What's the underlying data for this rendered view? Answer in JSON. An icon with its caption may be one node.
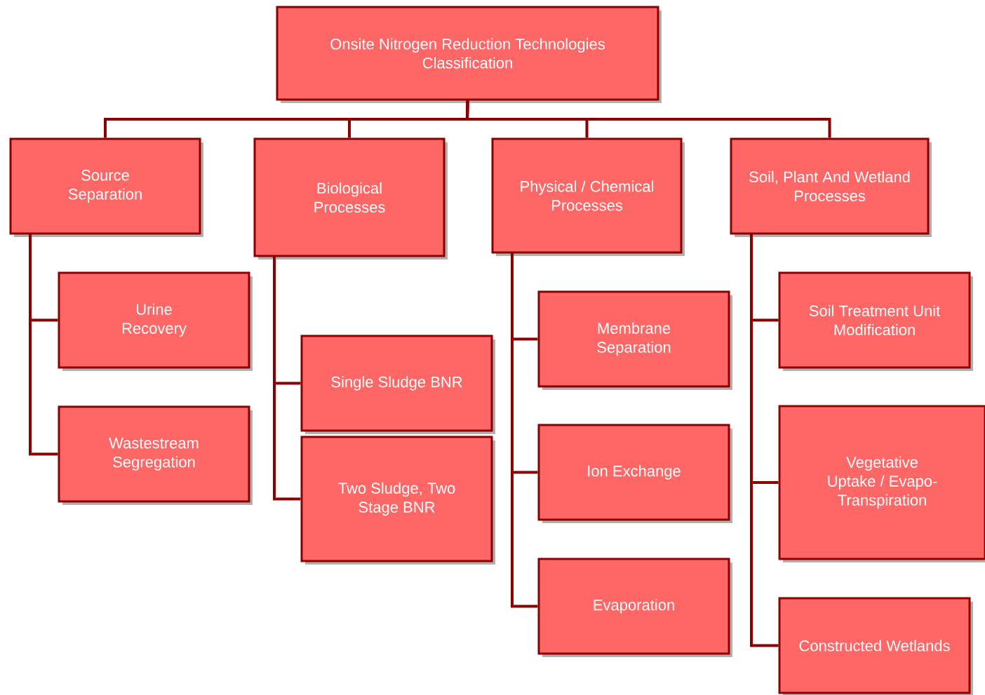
{
  "diagram": {
    "nodes": [
      {
        "text": [
          "Onsite Nitrogen Reduction Technologies Classification"
        ]
      },
      {
        "text": [
          "Source Separation"
        ]
      },
      {
        "text": [
          "Biological Processes"
        ]
      },
      {
        "text": [
          "Physical / Chemical Processes"
        ]
      },
      {
        "text": [
          "Soil, Plant And Wetland Processes"
        ]
      },
      {
        "text": [
          "Urine Recovery"
        ]
      },
      {
        "text": [
          "Wastestream Segregation"
        ]
      },
      {
        "text": [
          "Single Sludge BNR"
        ]
      },
      {
        "text": [
          "Two Sludge, Two Stage BNR"
        ]
      },
      {
        "text": [
          "Membrane Separation"
        ]
      },
      {
        "text": [
          "Ion Exchange"
        ]
      },
      {
        "text": [
          "Evaporation"
        ]
      },
      {
        "text": [
          "Soil Treatment Unit Modification"
        ]
      },
      {
        "text": [
          "Vegetative Uptake / Evapo- Transpiration"
        ]
      },
      {
        "text": [
          "Constructed Wetlands"
        ]
      }
    ],
    "edges": [
      {
        "from": 0,
        "to": 1,
        "arrow": "none"
      },
      {
        "from": 0,
        "to": 2,
        "arrow": "none"
      },
      {
        "from": 0,
        "to": 3,
        "arrow": "none"
      },
      {
        "from": 0,
        "to": 4,
        "arrow": "none"
      },
      {
        "from": 1,
        "to": 5,
        "arrow": "none"
      },
      {
        "from": 1,
        "to": 6,
        "arrow": "none"
      },
      {
        "from": 2,
        "to": 7,
        "arrow": "none"
      },
      {
        "from": 2,
        "to": 8,
        "arrow": "none"
      },
      {
        "from": 3,
        "to": 9,
        "arrow": "none"
      },
      {
        "from": 3,
        "to": 10,
        "arrow": "none"
      },
      {
        "from": 3,
        "to": 11,
        "arrow": "none"
      },
      {
        "from": 4,
        "to": 12,
        "arrow": "none"
      },
      {
        "from": 4,
        "to": 13,
        "arrow": "none"
      },
      {
        "from": 4,
        "to": 14,
        "arrow": "none"
      }
    ]
  }
}
